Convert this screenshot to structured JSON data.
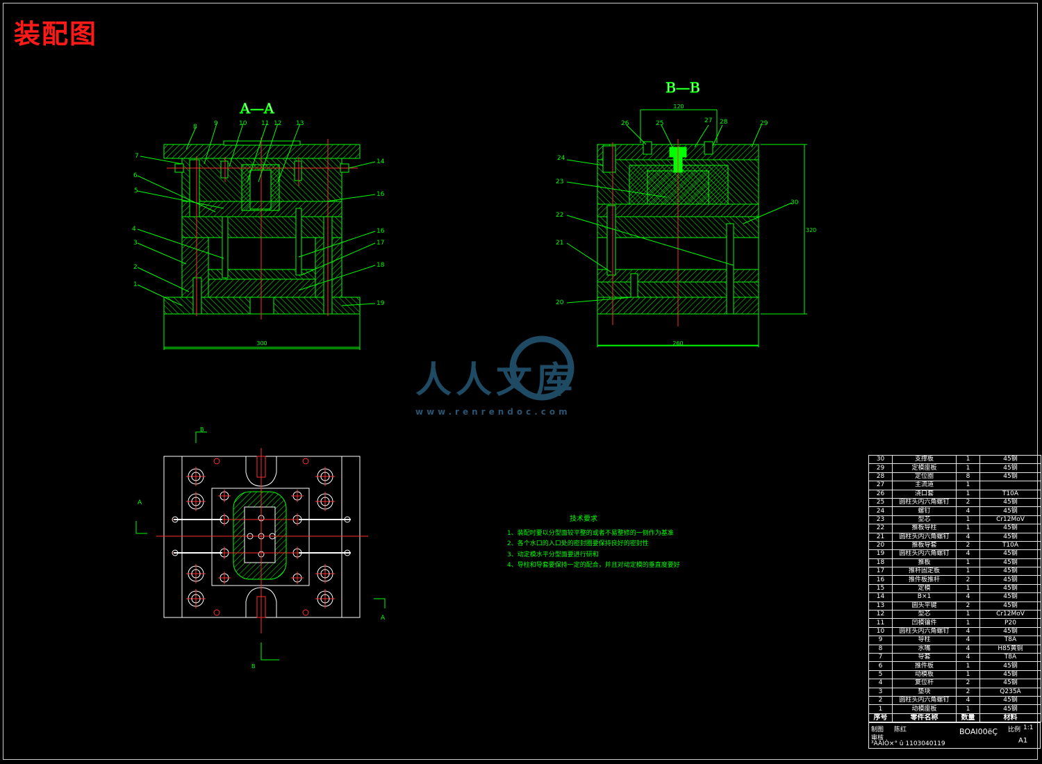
{
  "title": "装配图",
  "views": {
    "aa": {
      "title": "A—A",
      "width_dim": "300",
      "callouts": [
        "1",
        "2",
        "3",
        "4",
        "5",
        "6",
        "7",
        "8",
        "9",
        "10",
        "11",
        "12",
        "13",
        "14",
        "16",
        "16",
        "17",
        "18",
        "19"
      ]
    },
    "bb": {
      "title": "B—B",
      "top_dim": "120",
      "width_dim": "260",
      "height_dim": "320",
      "callouts": [
        "20",
        "21",
        "22",
        "23",
        "24",
        "25",
        "26",
        "27",
        "28",
        "29",
        "30"
      ]
    },
    "plan": {
      "section_a_label": "A",
      "section_a_label_2": "A",
      "section_b_label": "B",
      "section_b_label_2": "B"
    }
  },
  "tech_requirements": {
    "title": "技术要求",
    "items": [
      "1、装配时要以分型面较平整的或者不易整修的一侧作为基准",
      "2、各个水口的入口处的密封圈要保持良好的密封性",
      "3、动定模水平分型面要进行研和",
      "4、导柱和导套要保持一定的配合，并且对动定模的垂直度要好"
    ]
  },
  "bom": {
    "rows": [
      [
        "30",
        "支撑板",
        "1",
        "45钢"
      ],
      [
        "29",
        "定模座板",
        "1",
        "45钢"
      ],
      [
        "28",
        "定位圈",
        "8",
        "45钢"
      ],
      [
        "27",
        "主流道",
        "1",
        ""
      ],
      [
        "26",
        "浇口套",
        "1",
        "T10A"
      ],
      [
        "25",
        "圆柱头内六角螺钉",
        "2",
        "45钢"
      ],
      [
        "24",
        "螺钉",
        "4",
        "45钢"
      ],
      [
        "23",
        "型芯",
        "1",
        "Cr12MoV"
      ],
      [
        "22",
        "推板导柱",
        "1",
        "45钢"
      ],
      [
        "21",
        "圆柱头内六角螺钉",
        "4",
        "45钢"
      ],
      [
        "20",
        "推板导套",
        "2",
        "T10A"
      ],
      [
        "19",
        "圆柱头内六角螺钉",
        "4",
        "45钢"
      ],
      [
        "18",
        "推板",
        "1",
        "45钢"
      ],
      [
        "17",
        "推杆固定板",
        "1",
        "45钢"
      ],
      [
        "16",
        "推件板推杆",
        "2",
        "45钢"
      ],
      [
        "15",
        "定模",
        "1",
        "45钢"
      ],
      [
        "14",
        "B×1",
        "4",
        "45钢"
      ],
      [
        "13",
        "圆头平键",
        "2",
        "45钢"
      ],
      [
        "12",
        "型芯",
        "1",
        "Cr12MoV"
      ],
      [
        "11",
        "凹模镶件",
        "1",
        "P20"
      ],
      [
        "10",
        "圆柱头内六角螺钉",
        "4",
        "45钢"
      ],
      [
        "9",
        "导柱",
        "4",
        "T8A"
      ],
      [
        "8",
        "水嘴",
        "4",
        "H85黄铜"
      ],
      [
        "7",
        "导套",
        "4",
        "T8A"
      ],
      [
        "6",
        "推件板",
        "1",
        "45钢"
      ],
      [
        "5",
        "动模板",
        "1",
        "45钢"
      ],
      [
        "4",
        "复位杆",
        "2",
        "45钢"
      ],
      [
        "3",
        "垫块",
        "2",
        "Q235A"
      ],
      [
        "2",
        "圆柱头内六角螺钉",
        "4",
        "45钢"
      ],
      [
        "1",
        "动模座板",
        "1",
        "45钢"
      ]
    ],
    "header": [
      "序号",
      "零件名称",
      "数量",
      "材料"
    ]
  },
  "title_block": {
    "drawn_label": "制图",
    "drawn_name": "陈红",
    "checked_label": "审核",
    "drawing_name": "BOAI00ëÇ",
    "scale_label": "比例",
    "scale": "1:1",
    "sheet": "A1",
    "school_id": "³ÀAIÒ×° û 1103040119"
  },
  "watermark": {
    "text": "人人文库",
    "url": "www.renrendoc.com"
  },
  "colors": {
    "background": "#000000",
    "title": "#ff1a1a",
    "line": "#00ff00",
    "hatch": "#00ff00",
    "center": "#ff3030",
    "white": "#ffffff"
  }
}
